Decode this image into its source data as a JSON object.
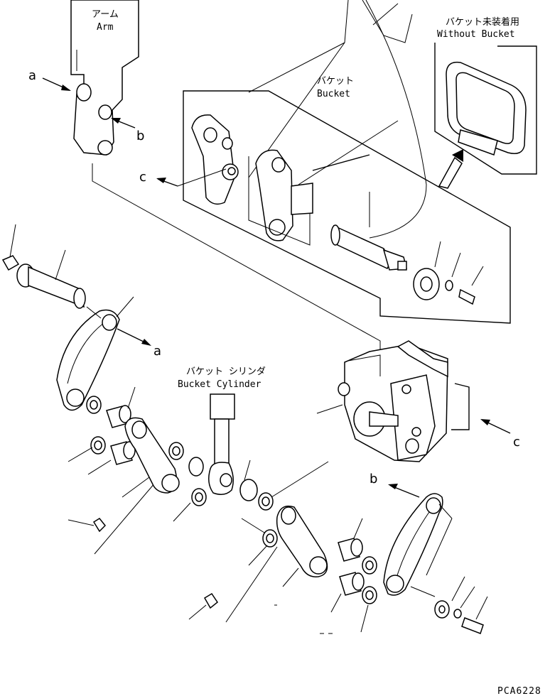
{
  "labels": {
    "arm_jp": "アーム",
    "arm_en": "Arm",
    "bucket_jp": "バケット",
    "bucket_en": "Bucket",
    "without_bucket_jp": "バケット未装着用",
    "without_bucket_en": "Without Bucket",
    "bucket_cylinder_jp": "バケット シリンダ",
    "bucket_cylinder_en": "Bucket Cylinder"
  },
  "callouts": {
    "a_top": "a",
    "b_top": "b",
    "c_top": "c",
    "a_mid": "a",
    "c_right": "c",
    "b_bottom": "b"
  },
  "drawing_code": "PCA6228"
}
